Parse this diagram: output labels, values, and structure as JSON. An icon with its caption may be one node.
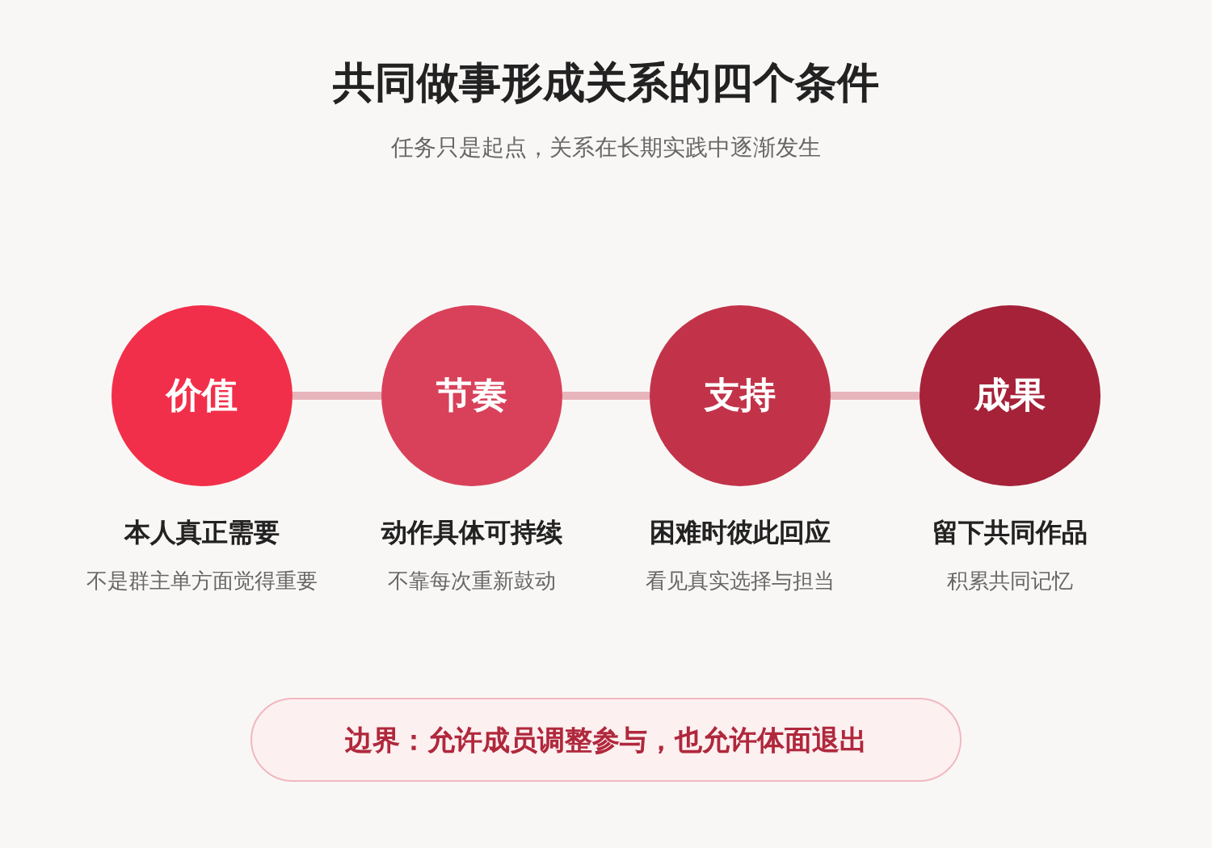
{
  "diagram": {
    "title": "共同做事形成关系的四个条件",
    "caption": "任务只是起点，关系在长期实践中逐渐发生",
    "nodes": [
      {
        "text": [
          "价值"
        ],
        "beside": [
          "本人真正需要",
          "不是群主单方面觉得重要"
        ]
      },
      {
        "text": [
          "节奏"
        ],
        "beside": [
          "动作具体可持续",
          "不靠每次重新鼓动"
        ]
      },
      {
        "text": [
          "支持"
        ],
        "beside": [
          "困难时彼此回应",
          "看见真实选择与担当"
        ]
      },
      {
        "text": [
          "成果"
        ],
        "beside": [
          "留下共同作品",
          "积累共同记忆"
        ]
      },
      {
        "text": [
          "边界：允许成员调整参与，也允许体面退出"
        ]
      }
    ],
    "edges": [
      {
        "from": 0,
        "to": 1,
        "arrow": "none"
      },
      {
        "from": 1,
        "to": 2,
        "arrow": "none"
      },
      {
        "from": 2,
        "to": 3,
        "arrow": "none"
      }
    ]
  }
}
